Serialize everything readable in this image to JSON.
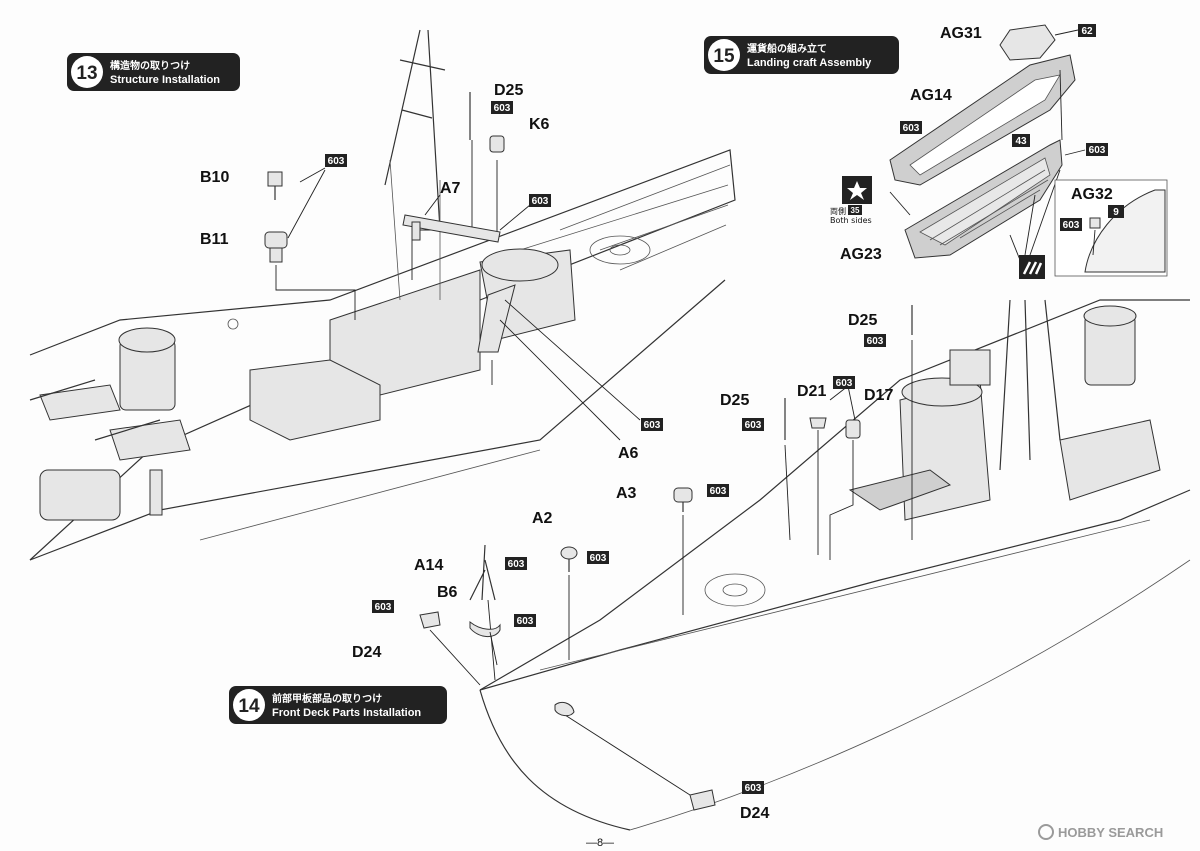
{
  "steps": {
    "s13": {
      "number": "13",
      "jp": "構造物の取りつけ",
      "en": "Structure Installation"
    },
    "s14": {
      "number": "14",
      "jp": "前部甲板部品の取りつけ",
      "en": "Front Deck Parts Installation"
    },
    "s15": {
      "number": "15",
      "jp": "運貨船の組み立て",
      "en": "Landing craft Assembly"
    }
  },
  "parts": {
    "B10": "B10",
    "B11": "B11",
    "D25": "D25",
    "K6": "K6",
    "A7": "A7",
    "A6": "A6",
    "A3": "A3",
    "A2": "A2",
    "A14": "A14",
    "B6": "B6",
    "D24": "D24",
    "D21": "D21",
    "D17": "D17",
    "AG31": "AG31",
    "AG14": "AG14",
    "AG23": "AG23",
    "AG32": "AG32"
  },
  "color_codes": {
    "c603": "603",
    "c62": "62",
    "c43": "43",
    "c9": "9",
    "c35": "35"
  },
  "notes": {
    "both_jp": "両側",
    "both_en": "Both sides"
  },
  "page_number": "—8—",
  "watermark": "HOBBY SEARCH",
  "colors": {
    "badge": "#222222",
    "callout": "#2a2a2a",
    "paper": "#fdfdfd",
    "line": "#333333"
  }
}
